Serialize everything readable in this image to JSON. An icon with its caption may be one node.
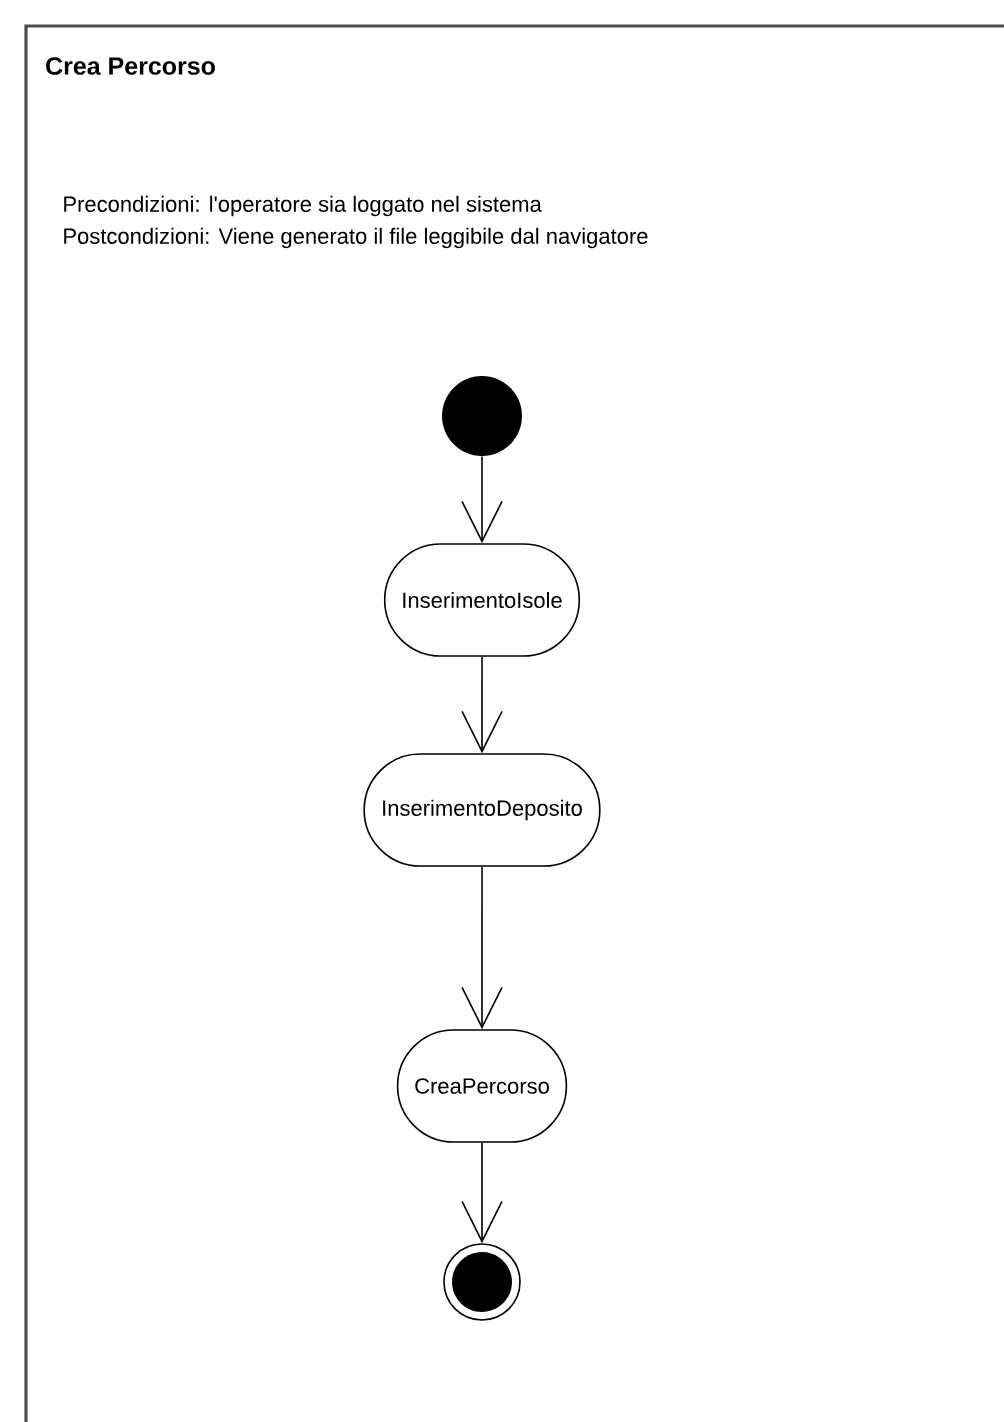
{
  "diagram": {
    "title": "Crea Percorso",
    "nodes": [
      {
        "text": [],
        "shape": "circle"
      },
      {
        "text": [
          "InserimentoIsole"
        ]
      },
      {
        "text": [
          "InserimentoDeposito"
        ]
      },
      {
        "text": [
          "CreaPercorso"
        ]
      },
      {
        "text": [],
        "shape": "bullseye"
      }
    ],
    "edges": [
      {
        "from": 0,
        "to": 1,
        "arrow": "to"
      },
      {
        "from": 1,
        "to": 2,
        "arrow": "to"
      },
      {
        "from": 2,
        "to": 3,
        "arrow": "to"
      },
      {
        "from": 3,
        "to": 4,
        "arrow": "to"
      }
    ],
    "labels": [
      "Precondizioni: l'operatore sia loggato nel sistema",
      "Postcondizioni: Viene generato il file leggibile dal navigatore"
    ]
  }
}
